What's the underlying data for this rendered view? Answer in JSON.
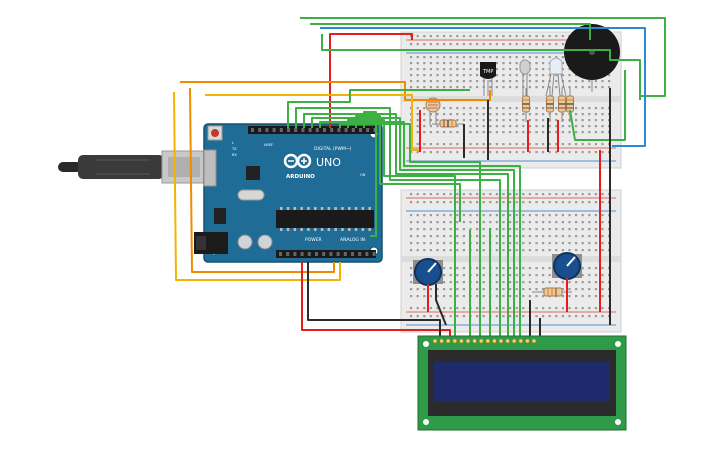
{
  "arduino": {
    "brand": "ARDUINO",
    "model": "UNO",
    "digital_label": "DIGITAL (PWM~)",
    "power_label": "POWER",
    "analog_label": "ANALOG IN",
    "tx_label": "TX",
    "rx_label": "RX",
    "l_label": "L",
    "on_label": "ON",
    "aref_label": "AREF"
  },
  "components": {
    "tmp_sensor_label": "TMP"
  },
  "colors": {
    "board": "#1f6d96",
    "board_dark": "#15506f",
    "breadboard": "#ebebeb",
    "breadboard_edge": "#cfcfcf",
    "rail_red": "#e53935",
    "rail_blue": "#1e73c9",
    "wire_red": "#e41d1d",
    "wire_black": "#2b2b2b",
    "wire_green": "#3cb043",
    "wire_orange": "#f08a00",
    "wire_yellow": "#f2b400",
    "wire_blue": "#2b8ad6",
    "lcd_pcb": "#2f9b48",
    "lcd_screen": "#1d2a6b",
    "pot_knob": "#1a4f8f",
    "buzzer": "#1a1a1a"
  }
}
